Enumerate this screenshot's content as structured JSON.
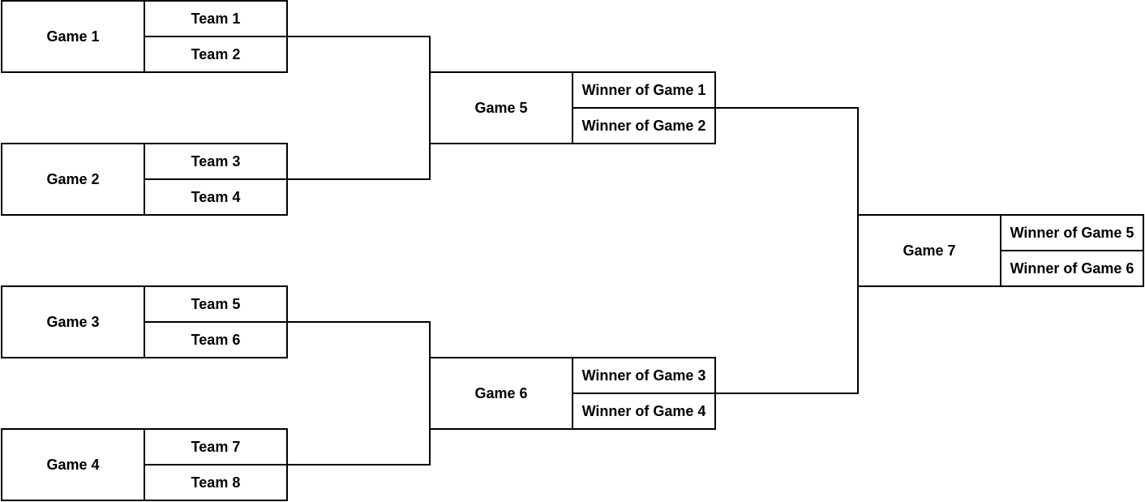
{
  "games": [
    {
      "label": "Game 1",
      "slots": [
        "Team 1",
        "Team 2"
      ]
    },
    {
      "label": "Game 2",
      "slots": [
        "Team 3",
        "Team 4"
      ]
    },
    {
      "label": "Game 3",
      "slots": [
        "Team 5",
        "Team 6"
      ]
    },
    {
      "label": "Game 4",
      "slots": [
        "Team 7",
        "Team 8"
      ]
    },
    {
      "label": "Game 5",
      "slots": [
        "Winner of Game 1",
        "Winner of Game 2"
      ]
    },
    {
      "label": "Game 6",
      "slots": [
        "Winner of Game 3",
        "Winner of Game 4"
      ]
    },
    {
      "label": "Game 7",
      "slots": [
        "Winner of Game 5",
        "Winner of Game 6"
      ]
    }
  ],
  "colors": {
    "line": "#000000",
    "box": "#ffffff",
    "text": "#000000"
  }
}
